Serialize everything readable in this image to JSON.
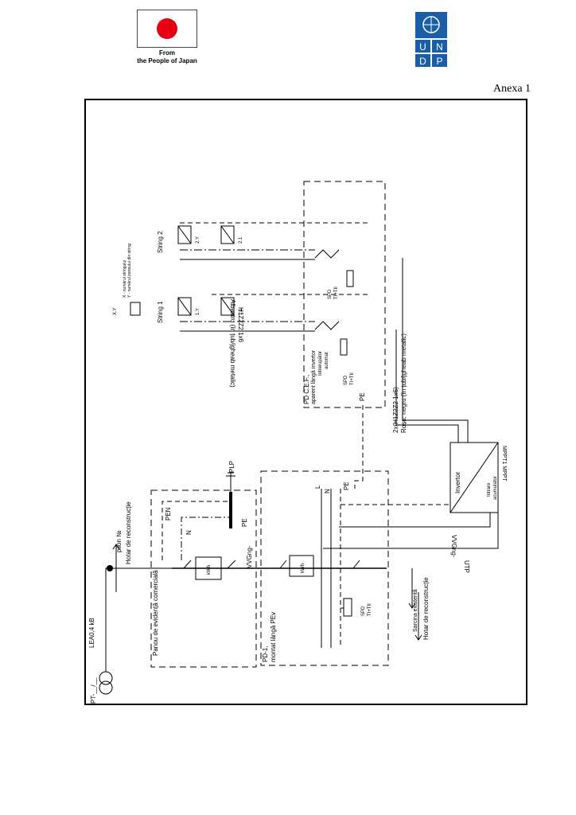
{
  "header": {
    "japan_line1": "From",
    "japan_line2": "the People of Japan",
    "undp_letters": [
      "U",
      "N",
      "D",
      "P"
    ],
    "annex": "Anexa 1"
  },
  "diagram": {
    "pt": "PT-__/__",
    "line": "LEA0,4 kB",
    "pillar": "pilon №",
    "boundary_top": "Hotar de reconstrucție",
    "boundary_bottom": "Hotar de reconstrucție",
    "panel": "Panou de evidență comercială",
    "pen": "PEN",
    "n": "N",
    "pe": "PE",
    "plp": "PLP",
    "vvgng1": "VVGng-",
    "vvgng2": "VVGng-",
    "kwh": "kWh",
    "pd1_title": "PD-1,",
    "pd1_sub": "montat lângă PEv",
    "l": "L",
    "spd1": "SPD",
    "spd1_type": "TI+TII",
    "spd2": "SPD",
    "spd2_type": "TI+TII",
    "spd3": "SPD",
    "spd3_type": "TI+TII",
    "sarcina": "Sarcina existentă",
    "utp": "UTP",
    "inverter": "Invertor",
    "mppt": "MPPT1 MPPT",
    "acc1": "Intrare",
    "acc2": "acumulator",
    "cable_main1": "2x(H1Z2Z2 1x6)",
    "cable_main2": "Roșu, negru (în țub/jgheab metalic)",
    "pdcef_title": "PD C.E.F.,",
    "pdcef_sub": "aparent lângă invertor",
    "interupator1": "Intrerupător",
    "interupator2": "automat",
    "cable_pe1": "H1Z2Z2 1x6",
    "cable_pe2": "Albastru (în țub/jgheab metalic)",
    "string1": "String 1",
    "string2": "String 2",
    "mod_1y": "1.Y",
    "mod_11": "1.1",
    "mod_2y": "2.Y",
    "mod_21": "2.1",
    "legend_xy": "X.Y",
    "legend_x": "X - numărul stringului",
    "legend_y": "Y - numărul panoului din string"
  }
}
